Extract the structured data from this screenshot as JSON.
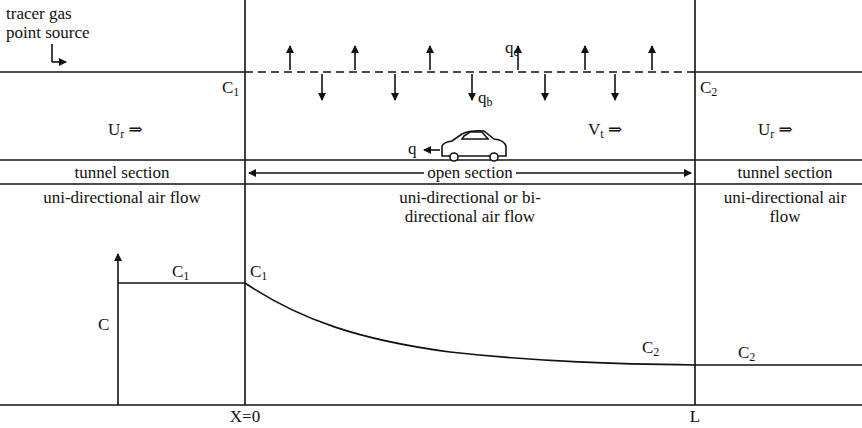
{
  "diagram": {
    "labels": [
      "tracer gas point source",
      "C1",
      "qe",
      "qb",
      "C2",
      "Ur ⇒",
      "Vt ⇒",
      "Ur ⇒",
      "q",
      "tunnel section",
      "open section",
      "tunnel section",
      "uni-directional air flow",
      "uni-directional or bi-directional air flow",
      "uni-directional air flow",
      "C",
      "C1",
      "C1",
      "C2",
      "C2",
      "X=0",
      "L"
    ]
  }
}
